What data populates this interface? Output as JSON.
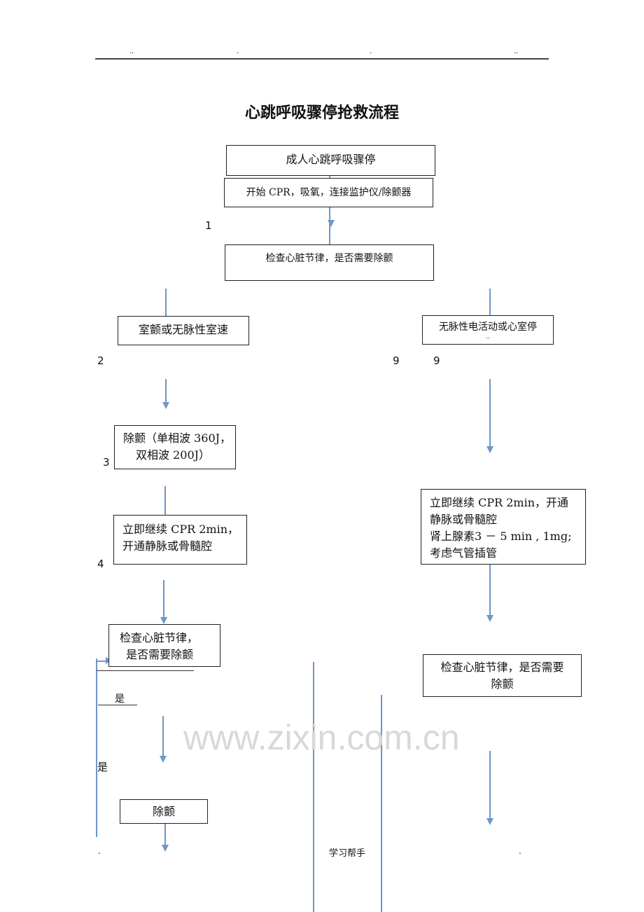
{
  "header": {
    "marks": [
      "..",
      ".",
      ".",
      ".."
    ]
  },
  "title": "心跳呼吸骤停抢救流程",
  "boxes": {
    "b1": "成人心跳呼吸骤停",
    "b2": "开始 CPR，吸氧，连接监护仪/除颤器",
    "b3": "检查心脏节律，是否需要除颤",
    "left1": "室颤或无脉性室速",
    "right1": "无脉性电活动或心室停",
    "right1_sub": "..",
    "left2_l1": "除颤（单相波 360J，",
    "left2_l2": "双相波 200J）",
    "left3_l1": "立即继续 CPR 2min，",
    "left3_l2": "开通静脉或骨髓腔",
    "left4_l1": "检查心脏节律，",
    "left4_l2": "是否需要除颤",
    "right2_l1": "立即继续 CPR 2min，开通",
    "right2_l2": "静脉或骨髓腔",
    "right2_l3": "肾上腺素3 － 5  min , 1mg;",
    "right2_l4": "考虑气管插管",
    "right3_l1": "检查心脏节律，是否需要",
    "right3_l2": "除颤",
    "left5": "除颤"
  },
  "labels": {
    "n1": "1",
    "n2": "2",
    "n3": "3",
    "n4": "4",
    "n9a": "9",
    "n9b": "9",
    "yes1": "是",
    "yes2": "是"
  },
  "watermark": "www.zixin.com.cn",
  "footer": {
    "left": ".",
    "center": "学习帮手",
    "right": "."
  }
}
